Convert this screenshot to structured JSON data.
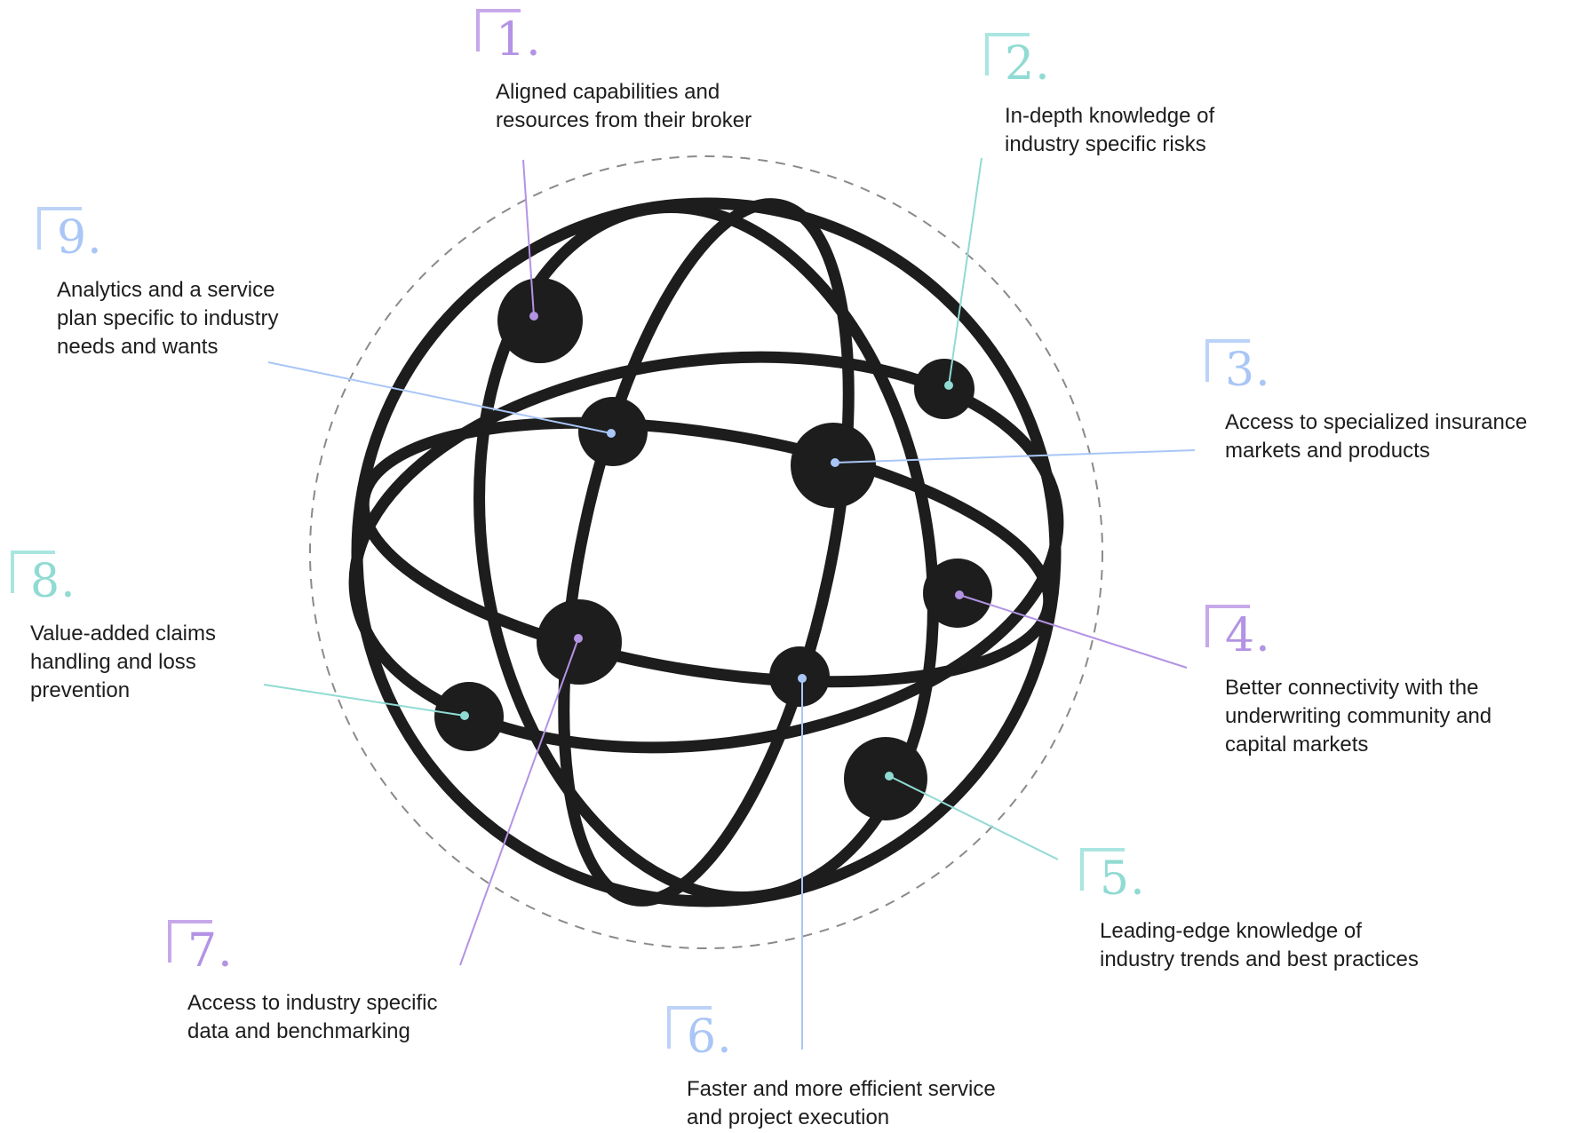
{
  "items": [
    {
      "number": "1.",
      "lines": [
        "Aligned capabilities and",
        "resources from their broker"
      ],
      "color": "#b393e4"
    },
    {
      "number": "2.",
      "lines": [
        "In-depth knowledge of",
        "industry specific risks"
      ],
      "color": "#90dbd3"
    },
    {
      "number": "3.",
      "lines": [
        "Access to specialized insurance",
        "markets and products"
      ],
      "color": "#a9c6f6"
    },
    {
      "number": "4.",
      "lines": [
        "Better connectivity with the",
        "underwriting community and",
        "capital markets"
      ],
      "color": "#b393e4"
    },
    {
      "number": "5.",
      "lines": [
        "Leading-edge knowledge of",
        "industry trends and best practices"
      ],
      "color": "#90dbd3"
    },
    {
      "number": "6.",
      "lines": [
        "Faster and more efficient service",
        "and project execution"
      ],
      "color": "#a9c6f6"
    },
    {
      "number": "7.",
      "lines": [
        "Access to industry specific",
        "data and benchmarking"
      ],
      "color": "#b393e4"
    },
    {
      "number": "8.",
      "lines": [
        "Value-added claims",
        "handling and loss",
        "prevention"
      ],
      "color": "#90dbd3"
    },
    {
      "number": "9.",
      "lines": [
        "Analytics and a service",
        "plan specific to industry",
        "needs and wants"
      ],
      "color": "#a9c6f6"
    }
  ],
  "colors": {
    "globe": "#1d1d1d",
    "dashed_ring": "#8a8a8a",
    "purple": "#b393e4",
    "teal": "#90dbd3",
    "blue": "#a9c6f6"
  }
}
